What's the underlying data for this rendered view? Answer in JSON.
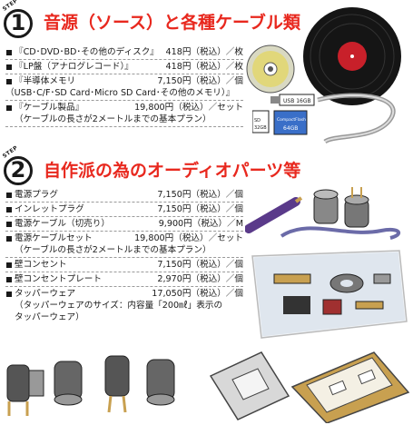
{
  "step_label": "STEP",
  "section1": {
    "number": "1",
    "heading": "音源（ソース）と各種ケーブル類",
    "items": [
      {
        "name": "『CD･DVD･BD･その他のディスク』",
        "price": "418円（税込）／枚"
      },
      {
        "name": "『LP盤（アナログレコード）』",
        "price": "418円（税込）／枚"
      },
      {
        "name": "『半導体メモリ",
        "price": "7,150円（税込）／個",
        "sub": "（USB･C/F･SD Card･Micro SD Card･その他のメモリ）』"
      },
      {
        "name": "『ケーブル製品』",
        "price": "19,800円（税込）／セット",
        "sub": "（ケーブルの長さが2メートルまでの基本プラン）"
      }
    ],
    "illustration_labels": {
      "usb": "USB 16GB",
      "sd": "SD 32GB",
      "cf": "CompactFlash 64GB"
    }
  },
  "section2": {
    "number": "2",
    "heading": "自作派の為のオーディオパーツ等",
    "items": [
      {
        "name": "電源プラグ",
        "price": "7,150円（税込）／個"
      },
      {
        "name": "インレットプラグ",
        "price": "7,150円（税込）／個"
      },
      {
        "name": "電源ケーブル（切売り）",
        "price": "9,900円（税込）／M"
      },
      {
        "name": "電源ケーブルセット",
        "price": "19,800円（税込）／セット",
        "sub": "（ケーブルの長さが2メートルまでの基本プラン）"
      },
      {
        "name": "壁コンセント",
        "price": "7,150円（税込）／個"
      },
      {
        "name": "壁コンセントプレート",
        "price": "2,970円（税込）／個"
      },
      {
        "name": "タッパーウェア",
        "price": "17,050円（税込）／個",
        "sub": "（タッパーウェアのサイズ：内容量「200㎖」表示の",
        "sub2": "タッパーウェア）"
      }
    ]
  },
  "colors": {
    "heading_red": "#e8281e",
    "text": "#1a1a1a"
  }
}
